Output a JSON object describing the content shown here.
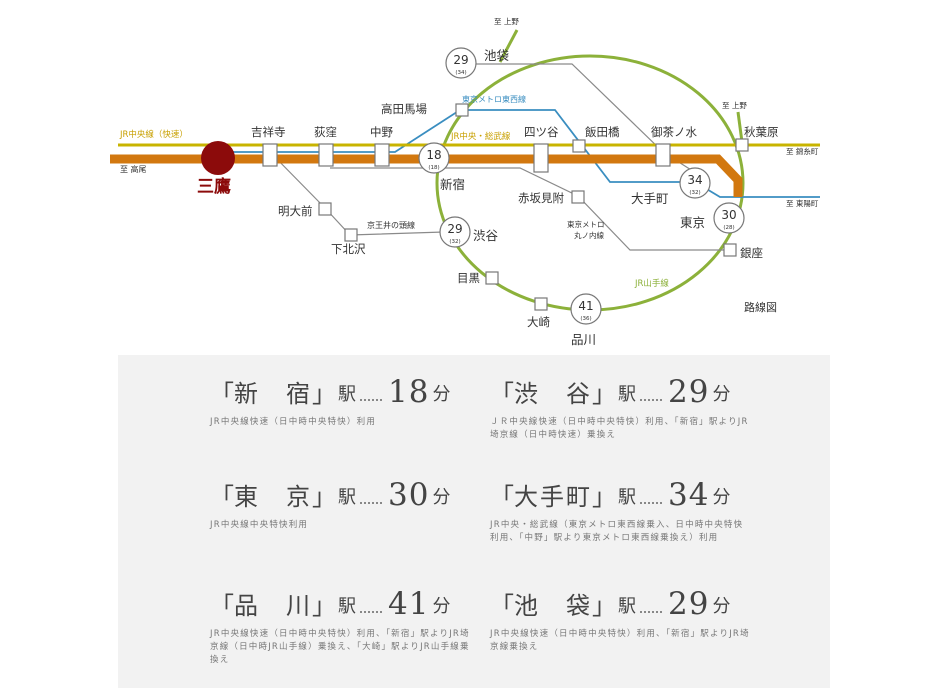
{
  "colors": {
    "chuo": "#d2780f",
    "chuo_sobu": "#c8b400",
    "yamanote": "#8cb13a",
    "tozai": "#3a8ec0",
    "marunouchi": "#8a8a8a",
    "keio": "#8a8a8a",
    "mitaka": "#8c0b0b",
    "panel_bg": "#f2f2f2"
  },
  "map": {
    "origin_station": "三鷹",
    "lines": {
      "chuo_rapid": "JR中央線（快速）",
      "chuo_sobu": "JR中央・総武線",
      "yamanote": "JR山手線",
      "tozai": "東京メトロ東西線",
      "marunouchi_1": "東京メトロ",
      "marunouchi_2": "丸ノ内線",
      "keio_inokashira": "京王井の頭線"
    },
    "directions": {
      "takao": "至 高尾",
      "ueno_top": "至 上野",
      "ueno_right": "至 上野",
      "kinshicho": "至 錦糸町",
      "toyocho": "至 東陽町"
    },
    "stations": {
      "kichijoji": "吉祥寺",
      "ogikubo": "荻窪",
      "nakano": "中野",
      "takadanobaba": "高田馬場",
      "shinjuku": "新宿",
      "yotsuya": "四ツ谷",
      "iidabashi": "飯田橋",
      "ochanomizu": "御茶ノ水",
      "akihabara": "秋葉原",
      "ikebukuro": "池袋",
      "otemachi": "大手町",
      "tokyo": "東京",
      "ginza": "銀座",
      "akasakamitsuke": "赤坂見附",
      "meidaimae": "明大前",
      "shimokitazawa": "下北沢",
      "shibuya": "渋谷",
      "meguro": "目黒",
      "osaki": "大崎",
      "shinagawa": "品川"
    },
    "badges": {
      "ikebukuro": {
        "main": "29",
        "sub": "(34)"
      },
      "shinjuku": {
        "main": "18",
        "sub": "(18)"
      },
      "shibuya": {
        "main": "29",
        "sub": "(32)"
      },
      "shinagawa": {
        "main": "41",
        "sub": "(36)"
      },
      "otemachi": {
        "main": "34",
        "sub": "(32)"
      },
      "tokyo": {
        "main": "30",
        "sub": "(28)"
      }
    },
    "caption": "路線図"
  },
  "times": [
    {
      "station": "新　宿",
      "minutes": "18",
      "note": "JR中央線快速（日中時中央特快）利用"
    },
    {
      "station": "渋　谷",
      "minutes": "29",
      "note": "ＪＲ中央線快速（日中時中央特快）利用、「新宿」駅よりJR埼京線（日中時快速）乗換え"
    },
    {
      "station": "東　京",
      "minutes": "30",
      "note": "JR中央線中央特快利用"
    },
    {
      "station": "大手町",
      "minutes": "34",
      "note": "JR中央・総武線（東京メトロ東西線乗入、日中時中央特快利用、「中野」駅より東京メトロ東西線乗換え）利用"
    },
    {
      "station": "品　川",
      "minutes": "41",
      "note": "JR中央線快速（日中時中央特快）利用、「新宿」駅よりJR埼京線（日中時JR山手線）乗換え、「大崎」駅よりJR山手線乗換え"
    },
    {
      "station": "池　袋",
      "minutes": "29",
      "note": "JR中央線快速（日中時中央特快）利用、「新宿」駅よりJR埼京線乗換え"
    }
  ],
  "labels": {
    "quote_open": "「",
    "quote_close": "」",
    "eki": "駅",
    "fun": "分"
  }
}
